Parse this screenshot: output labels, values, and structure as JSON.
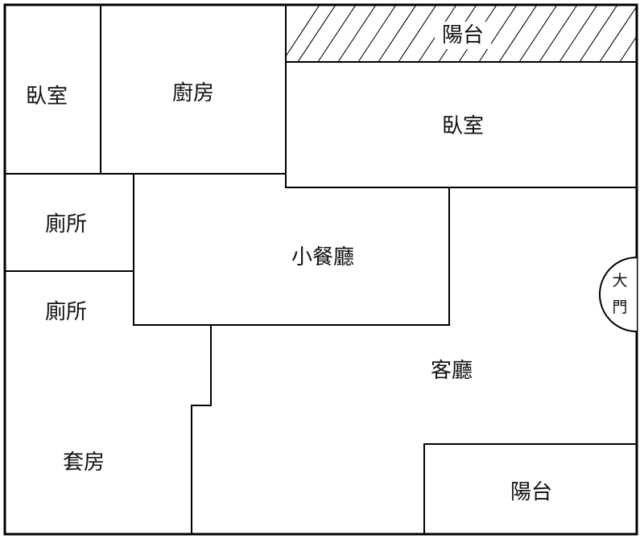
{
  "floorplan": {
    "rooms": {
      "bedroom_left": "臥室",
      "kitchen": "廚房",
      "balcony_top": "陽台",
      "bedroom_right": "臥室",
      "toilet_upper": "廁所",
      "dining": "小餐廳",
      "toilet_lower": "廁所",
      "living": "客廳",
      "suite": "套房",
      "balcony_bottom": "陽台"
    },
    "door": {
      "label_line1": "大",
      "label_line2": "門"
    },
    "colors": {
      "wall": "#000000",
      "background": "#ffffff",
      "balcony_hatch": "#000000"
    }
  }
}
